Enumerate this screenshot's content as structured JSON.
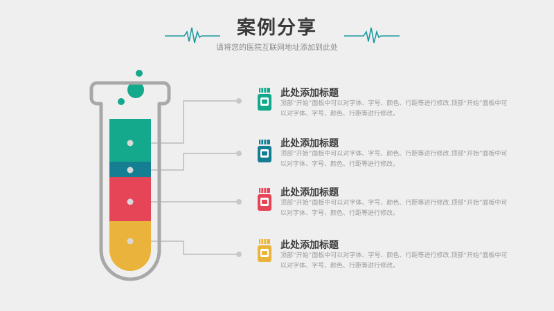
{
  "slide": {
    "title": "案例分享",
    "subtitle": "请将您的医院互联网地址添加到此处"
  },
  "colors": {
    "green": "#14a88c",
    "blue": "#167e93",
    "red": "#e64457",
    "yellow": "#eab33c",
    "line": "#c8c8c8",
    "accent": "#1a9aa0"
  },
  "items": [
    {
      "title": "此处添加标题",
      "desc": "顶部“开始”面板中可以对字体、字号、颜色、行距等进行修改.顶部“开始”面板中可以对字体、字号、颜色、行距等进行修改。",
      "icon": "medicine-bottle-icon",
      "color": "#14a88c"
    },
    {
      "title": "此处添加标题",
      "desc": "顶部“开始”面板中可以对字体、字号、颜色、行距等进行修改.顶部“开始”面板中可以对字体、字号、颜色、行距等进行修改。",
      "icon": "medicine-bottle-icon",
      "color": "#167e93"
    },
    {
      "title": "此处添加标题",
      "desc": "顶部“开始”面板中可以对字体、字号、颜色、行距等进行修改.顶部“开始”面板中可以对字体、字号、颜色、行距等进行修改。",
      "icon": "medicine-bottle-icon",
      "color": "#e64457"
    },
    {
      "title": "此处添加标题",
      "desc": "顶部“开始”面板中可以对字体、字号、颜色、行距等进行修改.顶部“开始”面板中可以对字体、字号、颜色、行距等进行修改。",
      "icon": "medicine-bottle-icon",
      "color": "#eab33c"
    }
  ]
}
